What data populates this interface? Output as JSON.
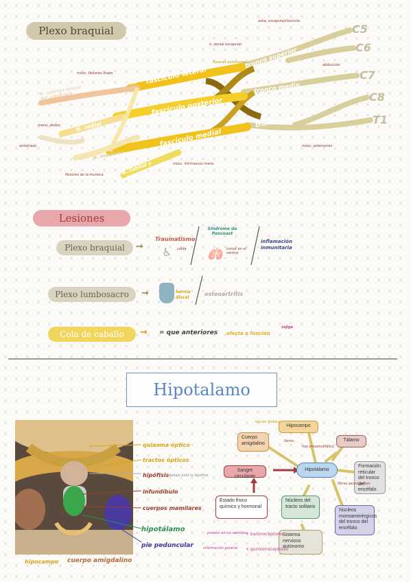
{
  "plexo": {
    "title": "Plexo braquial",
    "roots": [
      "C5",
      "C6",
      "C7",
      "C8",
      "T1"
    ],
    "trunks": {
      "superior": "tronco superior",
      "medio": "tronco medio",
      "inferior": "tronco inferior"
    },
    "cords": {
      "lateral": "fascículo lateral",
      "posterior": "fascículo posterior",
      "medial": "fascículo medial"
    },
    "nerves": {
      "musculocutaneo": "N. musculocutáneo",
      "cutaneo_lateral": "N. cutáneo lateral del antebrazo",
      "radial": "N. radial",
      "mediano": "N. mediano",
      "cubital": "N. cubital o ulnar"
    },
    "notes": [
      "axila, escapula/clavícula",
      "n. dorsal escapular",
      "flexores extensores",
      "músc. flexores brazo",
      "mano, dedos",
      "antebrazo",
      "flexores de la muñeca",
      "músc. intrínsecos mano",
      "abducción",
      "músc. extensores"
    ]
  },
  "lesiones": {
    "title": "Lesiones",
    "rows": [
      {
        "label": "Plexo braquial",
        "items": [
          "Traumatismo",
          "Síndrome de Pancoast",
          "inflamación inmunitaria"
        ],
        "notes": [
          "caída",
          "tumor en el vértice"
        ]
      },
      {
        "label": "Plexo lumbosacro",
        "items": [
          "hernia discal",
          "osteoartritis"
        ]
      },
      {
        "label": "Cola de caballo",
        "items": [
          "= que anteriores",
          "afecta a función",
          "vejiga"
        ]
      }
    ]
  },
  "hipotalamo": {
    "title": "Hipotalamo",
    "image_labels": [
      {
        "text": "quiasma óptico",
        "color": "#d6a41a"
      },
      {
        "text": "tractos ópticos",
        "color": "#d6a41a"
      },
      {
        "text": "hipófisis",
        "color": "#9b3b2b"
      },
      {
        "text": "infundíbulo",
        "color": "#9b3b2b"
      },
      {
        "text": "cuerpos mamilares",
        "color": "#9b3b2b"
      },
      {
        "text": "hipotálamo",
        "color": "#2f8f5a"
      },
      {
        "text": "pie peduncular",
        "color": "#3a3a9a"
      }
    ],
    "hipofisis_note": "debajo está la hipófisis",
    "bottom_labels": [
      "hipocampo",
      "cuerpo amigdalino"
    ],
    "diagram": {
      "center": "Hipotálamo",
      "hipocampo": "Hipocampo",
      "cuerpo_amigdalino": "Cuerpo amigdalino",
      "talamo": "Tálamo",
      "sangre": "Sangre circulante",
      "estado": "Estado físico químico y hormonal",
      "nucleos_solitario": "Núcleos del tracto solitario",
      "formacion_reticular": "Formación reticular del tronco del encéfalo",
      "nucleos_monoaminergicos": "Núcleos monoaminérgicos del tronco del encéfalo",
      "sistema_nervioso": "Sistema nervioso autónomo",
      "small_notes": [
        "núcleo límbico",
        "fórnix",
        "haz prosencefálico",
        "fibras ascendentes",
        "presión en los sentidos",
        "información general"
      ],
      "side_labels": [
        "+ barorreceptores",
        "+ quimiorreceptores"
      ]
    }
  }
}
